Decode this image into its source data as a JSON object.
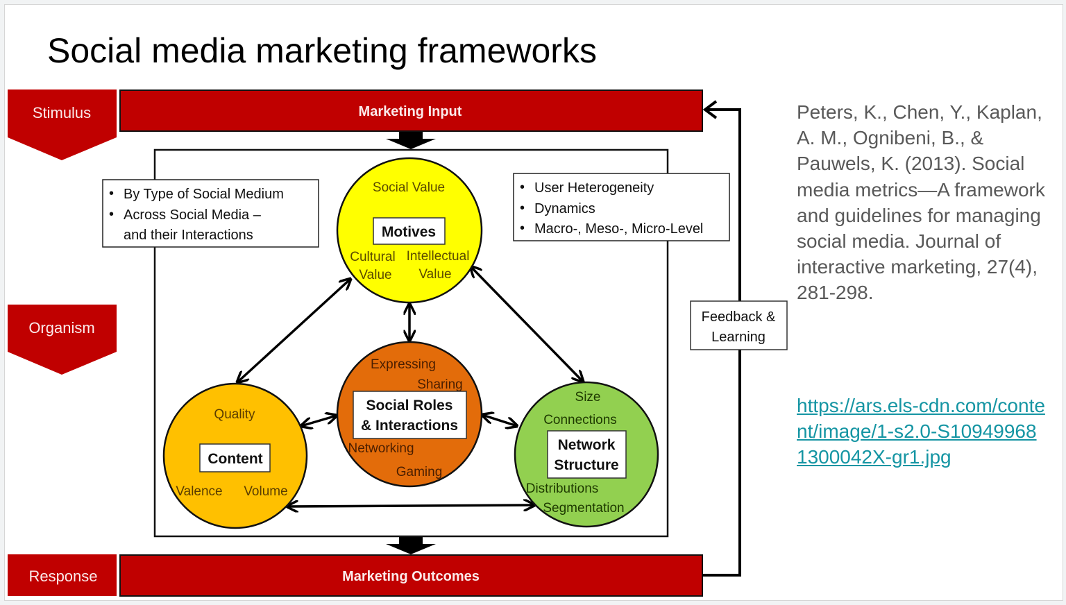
{
  "slide": {
    "title": "Social media marketing frameworks",
    "citation": "Peters, K., Chen, Y., Kaplan, A. M., Ognibeni, B., & Pauwels, K. (2013). Social media metrics—A framework and guidelines for managing social media. Journal of interactive marketing, 27(4), 281-298.",
    "link_text": "https://ars.els-cdn.com/content/image/1-s2.0-S109499681300042X-gr1.jpg"
  },
  "colors": {
    "red": "#c00000",
    "motives_fill": "#ffff00",
    "content_fill": "#ffc000",
    "roles_fill": "#e36c0a",
    "network_fill": "#92d050",
    "citation_text": "#595959",
    "link": "#1595a3"
  },
  "diagram": {
    "stages": {
      "stimulus": "Stimulus",
      "organism": "Organism",
      "response": "Response"
    },
    "bars": {
      "input": "Marketing Input",
      "outcomes": "Marketing Outcomes"
    },
    "left_box": {
      "items": [
        "By Type of Social Medium",
        "Across Social Media –",
        "and their Interactions"
      ]
    },
    "right_box": {
      "items": [
        "User Heterogeneity",
        "Dynamics",
        "Macro-, Meso-, Micro-Level"
      ]
    },
    "feedback": [
      "Feedback &",
      "Learning"
    ],
    "motives": {
      "label": "Motives",
      "social_value": "Social Value",
      "cultural": [
        "Cultural",
        "Value"
      ],
      "intellectual": [
        "Intellectual",
        "Value"
      ]
    },
    "content": {
      "label": "Content",
      "quality": "Quality",
      "valence": "Valence",
      "volume": "Volume"
    },
    "roles": {
      "label": [
        "Social Roles",
        "& Interactions"
      ],
      "expressing": "Expressing",
      "sharing": "Sharing",
      "networking": "Networking",
      "gaming": "Gaming"
    },
    "network": {
      "label": [
        "Network",
        "Structure"
      ],
      "size": "Size",
      "connections": "Connections",
      "distributions": "Distributions",
      "segmentation": "Segmentation"
    }
  }
}
